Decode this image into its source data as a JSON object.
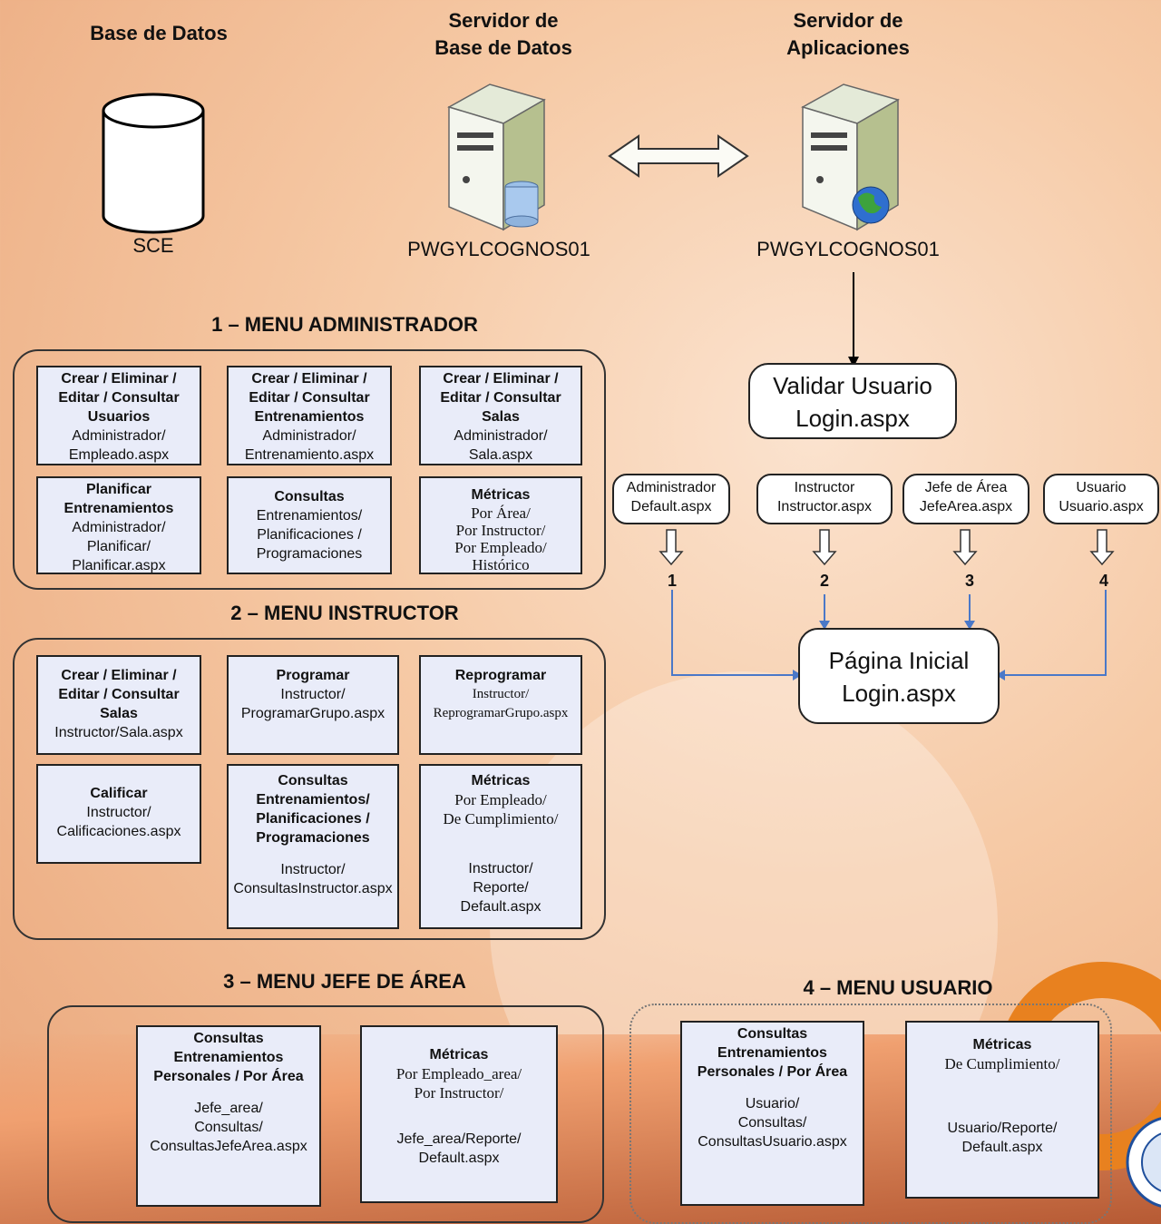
{
  "headers": {
    "base_de_datos": "Base de Datos",
    "servidor_bd": "Servidor de\nBase de Datos",
    "servidor_app": "Servidor de\nAplicaciones"
  },
  "labels": {
    "sce": "SCE",
    "server_bd": "PWGYLCOGNOS01",
    "server_app": "PWGYLCOGNOS01"
  },
  "validar": "Validar Usuario\nLogin.aspx",
  "pagina_inicial": "Página Inicial\nLogin.aspx",
  "roles": [
    {
      "label": "Administrador\nDefault.aspx",
      "num": "1"
    },
    {
      "label": "Instructor\nInstructor.aspx",
      "num": "2"
    },
    {
      "label": "Jefe de Área\nJefeArea.aspx",
      "num": "3"
    },
    {
      "label": "Usuario\nUsuario.aspx",
      "num": "4"
    }
  ],
  "sections": {
    "admin": "1 – MENU ADMINISTRADOR",
    "instructor": "2 – MENU INSTRUCTOR",
    "jefe": "3 – MENU JEFE DE ÁREA",
    "usuario": "4 – MENU USUARIO"
  },
  "admin_cards": [
    {
      "title": "Crear / Eliminar / Editar / Consultar Usuarios",
      "sub": "Administrador/\nEmpleado.aspx"
    },
    {
      "title": "Crear / Eliminar / Editar / Consultar Entrenamientos",
      "sub": "Administrador/\nEntrenamiento.aspx"
    },
    {
      "title": "Crear / Eliminar / Editar / Consultar Salas",
      "sub": "Administrador/\nSala.aspx"
    },
    {
      "title": "Planificar Entrenamientos",
      "sub": "Administrador/\nPlanificar/\nPlanificar.aspx"
    },
    {
      "title": "Consultas",
      "sub": "Entrenamientos/\nPlanificaciones /\nProgramaciones"
    },
    {
      "title": "Métricas",
      "sub": "Por Área/\nPor Instructor/\nPor Empleado/\nHistórico"
    }
  ],
  "instructor_cards": [
    {
      "title": "Crear / Eliminar / Editar / Consultar Salas",
      "sub": "Instructor/Sala.aspx",
      "sub2": ""
    },
    {
      "title": "Programar",
      "sub": "Instructor/\nProgramarGrupo.aspx",
      "sub2": ""
    },
    {
      "title": "Reprogramar",
      "sub": "Instructor/\nReprogramarGrupo.aspx",
      "sub2": ""
    },
    {
      "title": "Calificar",
      "sub": "Instructor/\nCalificaciones.aspx",
      "sub2": ""
    },
    {
      "title": "Consultas Entrenamientos/ Planificaciones / Programaciones",
      "sub": "Instructor/\nConsultasInstructor.aspx",
      "sub2": ""
    },
    {
      "title": "Métricas",
      "sub": "Por Empleado/\nDe Cumplimiento/",
      "sub2": "Instructor/\nReporte/\nDefault.aspx"
    }
  ],
  "jefe_cards": [
    {
      "title": "Consultas Entrenamientos Personales / Por Área",
      "sub": "Jefe_area/\nConsultas/\nConsultasJefeArea.aspx"
    },
    {
      "title": "Métricas",
      "sub": "Por Empleado_area/\nPor Instructor/",
      "sub2": "Jefe_area/Reporte/\nDefault.aspx"
    }
  ],
  "usuario_cards": [
    {
      "title": "Consultas Entrenamientos Personales / Por Área",
      "sub": "Usuario/\nConsultas/\nConsultasUsuario.aspx"
    },
    {
      "title": "Métricas",
      "sub": "De Cumplimiento/",
      "sub2": "Usuario/Reporte/\nDefault.aspx"
    }
  ]
}
